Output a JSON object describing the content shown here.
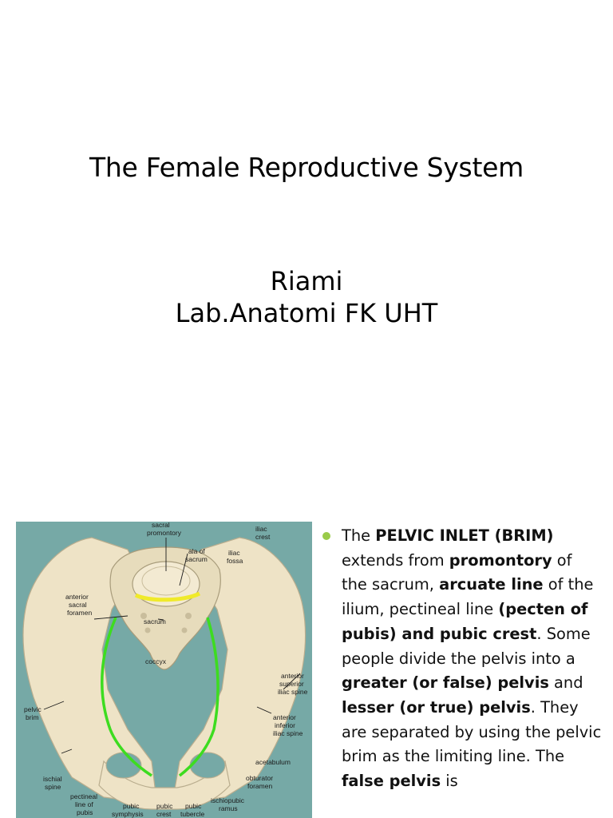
{
  "slide1": {
    "title": "The Female Reproductive System",
    "subtitle_line1": "Riami",
    "subtitle_line2": "Lab.Anatomi FK UHT"
  },
  "figure": {
    "labels": {
      "sacral_promontory": [
        "sacral",
        "promontory"
      ],
      "iliac_crest": [
        "iliac",
        "crest"
      ],
      "ala_of_sacrum": [
        "ala of",
        "sacrum"
      ],
      "iliac_fossa": [
        "iliac",
        "fossa"
      ],
      "anterior_sacral_foramen": [
        "anterior",
        "sacral",
        "foramen"
      ],
      "sacrum": [
        "sacrum"
      ],
      "coccyx": [
        "coccyx"
      ],
      "anterior_superior_iliac_spine": [
        "anterior",
        "superior",
        "iliac spine"
      ],
      "pelvic_brim": [
        "pelvic",
        "brim"
      ],
      "anterior_inferior_iliac_spine": [
        "anterior",
        "inferior",
        "iliac spine"
      ],
      "acetabulum": [
        "acetabulum"
      ],
      "ischial_spine": [
        "ischial",
        "spine"
      ],
      "obturator_foramen": [
        "obturator",
        "foramen"
      ],
      "pectineal_line": [
        "pectineal",
        "line of",
        "pubis"
      ],
      "pubic_symphysis": [
        "pubic",
        "symphysis"
      ],
      "pubic_crest": [
        "pubic",
        "crest"
      ],
      "pubic_tubercle": [
        "pubic",
        "tubercle"
      ],
      "ischiopubic_ramus": [
        "ischiopubic",
        "ramus"
      ]
    },
    "colors": {
      "background": "#76a9a6",
      "bone": "#eee3c6",
      "brim_highlight": "#3ddc20",
      "sacral_highlight": "#f0ea2a"
    }
  },
  "bullet": {
    "marker_color": "#9acb4a",
    "segments": [
      {
        "text": "The ",
        "bold": false
      },
      {
        "text": "PELVIC INLET (BRIM)",
        "bold": true
      },
      {
        "text": " extends from ",
        "bold": false
      },
      {
        "text": "promontory",
        "bold": true
      },
      {
        "text": " of the sacrum, ",
        "bold": false
      },
      {
        "text": "arcuate line",
        "bold": true
      },
      {
        "text": " of the ilium, pectineal line ",
        "bold": false
      },
      {
        "text": "(pecten of pubis) and pubic crest",
        "bold": true
      },
      {
        "text": ". Some people divide the pelvis into a ",
        "bold": false
      },
      {
        "text": "greater (or false) pelvis",
        "bold": true
      },
      {
        "text": " and ",
        "bold": false
      },
      {
        "text": "lesser (or true) pelvis",
        "bold": true
      },
      {
        "text": ". They are separated by using the pelvic brim as the limiting line. The ",
        "bold": false
      },
      {
        "text": "false pelvis",
        "bold": true
      },
      {
        "text": " is",
        "bold": false
      }
    ]
  }
}
